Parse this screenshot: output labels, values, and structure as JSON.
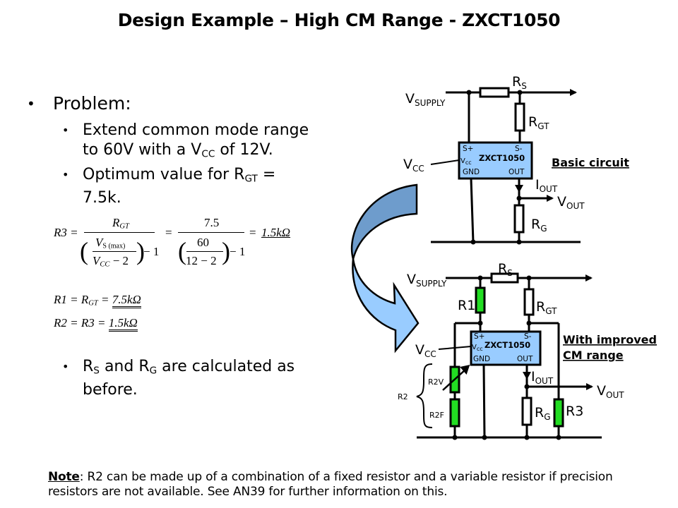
{
  "title": "Design Example – High CM Range - ZXCT1050",
  "problem": {
    "heading": "Problem:",
    "items": [
      {
        "line1": "Extend common mode range",
        "line2_pre": "to 60V with a V",
        "line2_sub": "CC",
        "line2_post": " of 12V."
      },
      {
        "line1_pre": "Optimum value for R",
        "line1_sub": "GT",
        "line1_post": " =",
        "line2": "7.5k."
      }
    ]
  },
  "equations": {
    "r3": {
      "lhs": "R3 =",
      "num1": "R",
      "num1_sub": "GT",
      "inner_num": "V",
      "inner_num_sub": "S (max)",
      "inner_den": "V",
      "inner_den_sub": "CC",
      "inner_den_post": " − 2",
      "minus_one": "− 1",
      "eq2": "=",
      "num2": "7.5",
      "inner_num2": "60",
      "inner_den2": "12 − 2",
      "eq3": "=",
      "result": "1.5kΩ"
    },
    "r1": {
      "lhs": "R1 = R",
      "lhs_sub": "GT",
      "mid": " = ",
      "result": "7.5kΩ"
    },
    "r2": {
      "lhs": "R2 = R3 = ",
      "result": "1.5kΩ"
    }
  },
  "rs_rg_note": {
    "pre": "R",
    "sub1": "S",
    "mid": " and R",
    "sub2": "G",
    "post": " are calculated as",
    "line2": "before."
  },
  "note": {
    "label": "Note",
    "text": ": R2 can be made up of a combination of a fixed resistor and a variable resistor if precision resistors are not available. See AN39 for further information on this."
  },
  "basic_circuit": {
    "caption": "Basic circuit",
    "vsupply": "V",
    "vsupply_sub": "SUPPLY",
    "rs": "R",
    "rs_sub": "S",
    "rgt": "R",
    "rgt_sub": "GT",
    "vcc": "V",
    "vcc_sub": "CC",
    "iout": "I",
    "iout_sub": "OUT",
    "vout": "V",
    "vout_sub": "OUT",
    "rg": "R",
    "rg_sub": "G",
    "chip": {
      "name": "ZXCT1050",
      "sp": "S+",
      "sm": "S-",
      "vcc": "V",
      "vcc_sub": "cc",
      "gnd": "GND",
      "out": "OUT"
    }
  },
  "improved_circuit": {
    "caption_line1": "With improved",
    "caption_line2": "CM range",
    "vsupply": "V",
    "vsupply_sub": "SUPPLY",
    "rs": "R",
    "rs_sub": "S",
    "r1": "R1",
    "rgt": "R",
    "rgt_sub": "GT",
    "vcc": "V",
    "vcc_sub": "CC",
    "iout": "I",
    "iout_sub": "OUT",
    "vout": "V",
    "vout_sub": "OUT",
    "rg": "R",
    "rg_sub": "G",
    "r3": "R3",
    "r2": "R2",
    "r2v": "R2V",
    "r2f": "R2F",
    "chip": {
      "name": "ZXCT1050",
      "sp": "S+",
      "sm": "S-",
      "vcc": "V",
      "vcc_sub": "cc",
      "gnd": "GND",
      "out": "OUT"
    }
  },
  "colors": {
    "chip_fill": "#99ccff",
    "green_resistor": "#22dd22",
    "arrow_dark": "#6e9ccc",
    "arrow_light": "#99ccff"
  }
}
